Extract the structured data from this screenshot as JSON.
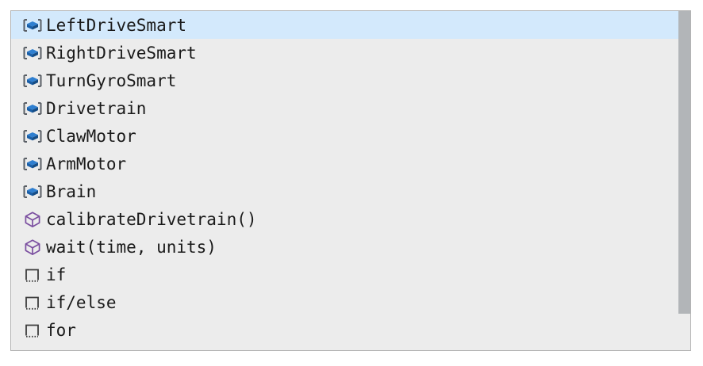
{
  "popup": {
    "name": "autocomplete-suggestions",
    "colors": {
      "background": "#ececec",
      "border": "#b4b4b4",
      "selected_row": "#d3e9fc",
      "text": "#1a1a1a",
      "object_icon": "#1a5fa8",
      "function_icon": "#7b4fa0",
      "block_icon": "#3c3c3c",
      "scrollbar_thumb": "#b2b5b8"
    },
    "items": [
      {
        "label": "LeftDriveSmart",
        "icon": "object-box-icon",
        "icon_kind": "object",
        "selected": true
      },
      {
        "label": "RightDriveSmart",
        "icon": "object-box-icon",
        "icon_kind": "object",
        "selected": false
      },
      {
        "label": "TurnGyroSmart",
        "icon": "object-box-icon",
        "icon_kind": "object",
        "selected": false
      },
      {
        "label": "Drivetrain",
        "icon": "object-box-icon",
        "icon_kind": "object",
        "selected": false
      },
      {
        "label": "ClawMotor",
        "icon": "object-box-icon",
        "icon_kind": "object",
        "selected": false
      },
      {
        "label": "ArmMotor",
        "icon": "object-box-icon",
        "icon_kind": "object",
        "selected": false
      },
      {
        "label": "Brain",
        "icon": "object-box-icon",
        "icon_kind": "object",
        "selected": false
      },
      {
        "label": "calibrateDrivetrain()",
        "icon": "function-cube-icon",
        "icon_kind": "function",
        "selected": false
      },
      {
        "label": "wait(time, units)",
        "icon": "function-cube-icon",
        "icon_kind": "function",
        "selected": false
      },
      {
        "label": "if",
        "icon": "code-block-icon",
        "icon_kind": "block",
        "selected": false
      },
      {
        "label": "if/else",
        "icon": "code-block-icon",
        "icon_kind": "block",
        "selected": false
      },
      {
        "label": "for",
        "icon": "code-block-icon",
        "icon_kind": "block",
        "selected": false
      }
    ],
    "scrollbar": {
      "name": "vertical-scrollbar",
      "thumb_name": "scrollbar-thumb"
    }
  }
}
